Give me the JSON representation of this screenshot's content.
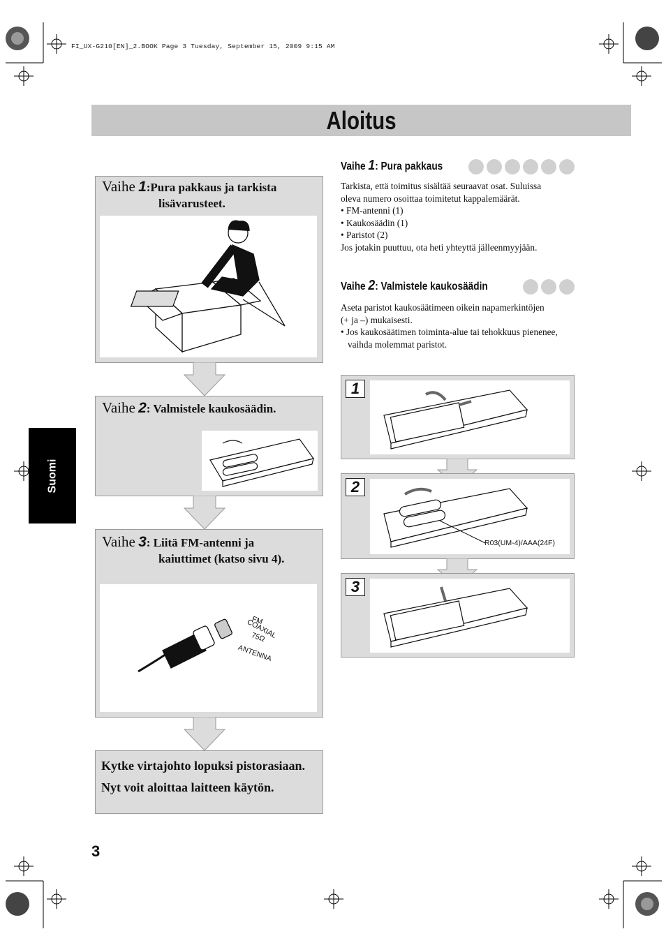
{
  "header_line": "FI_UX-G210[EN]_2.BOOK  Page 3  Tuesday, September 15, 2009  9:15 AM",
  "title": "Aloitus",
  "side_tab": "Suomi",
  "page_number": "3",
  "flow": {
    "step1": {
      "vaihe": "Vaihe",
      "num": "1",
      "text_line1": ":Pura pakkaus ja tarkista",
      "text_line2": "lisävarusteet."
    },
    "step2": {
      "vaihe": "Vaihe",
      "num": "2",
      "text": ": Valmistele kaukosäädin."
    },
    "step3": {
      "vaihe": "Vaihe",
      "num": "3",
      "text_line1": ": Liitä FM-antenni ja",
      "text_line2": "kaiuttimet (katso sivu 4)."
    },
    "final_line1": "Kytke virtajohto lopuksi pistorasiaan.",
    "final_line2": "Nyt voit aloittaa laitteen käytön.",
    "antenna_labels": {
      "fm": "FM",
      "coaxial": "COAXIAL",
      "ohm": "75Ω",
      "antenna": "ANTENNA"
    }
  },
  "section1": {
    "vaihe": "Vaihe",
    "num": "1",
    "heading": ": Pura pakkaus",
    "intro_line1": "Tarkista, että toimitus sisältää seuraavat osat. Suluissa",
    "intro_line2": "oleva numero osoittaa toimitetut kappalemäärät.",
    "items": [
      "• FM-antenni (1)",
      "• Kaukosäädin (1)",
      "• Paristot (2)"
    ],
    "outro": "Jos jotakin puuttuu, ota heti yhteyttä jälleenmyyjään."
  },
  "section2": {
    "vaihe": "Vaihe",
    "num": "2",
    "heading": ": Valmistele kaukosäädin",
    "line1": "Aseta paristot kaukosäätimeen oikein napamerkintöjen",
    "line2": "(+ ja –) mukaisesti.",
    "bullet_line1": "• Jos kaukosäätimen toiminta-alue tai tehokkuus pienenee,",
    "bullet_line2": "vaihda molemmat paristot."
  },
  "remote_steps": {
    "n1": "1",
    "n2": "2",
    "n3": "3",
    "battery_caption": "R03(UM-4)/AAA(24F)"
  }
}
